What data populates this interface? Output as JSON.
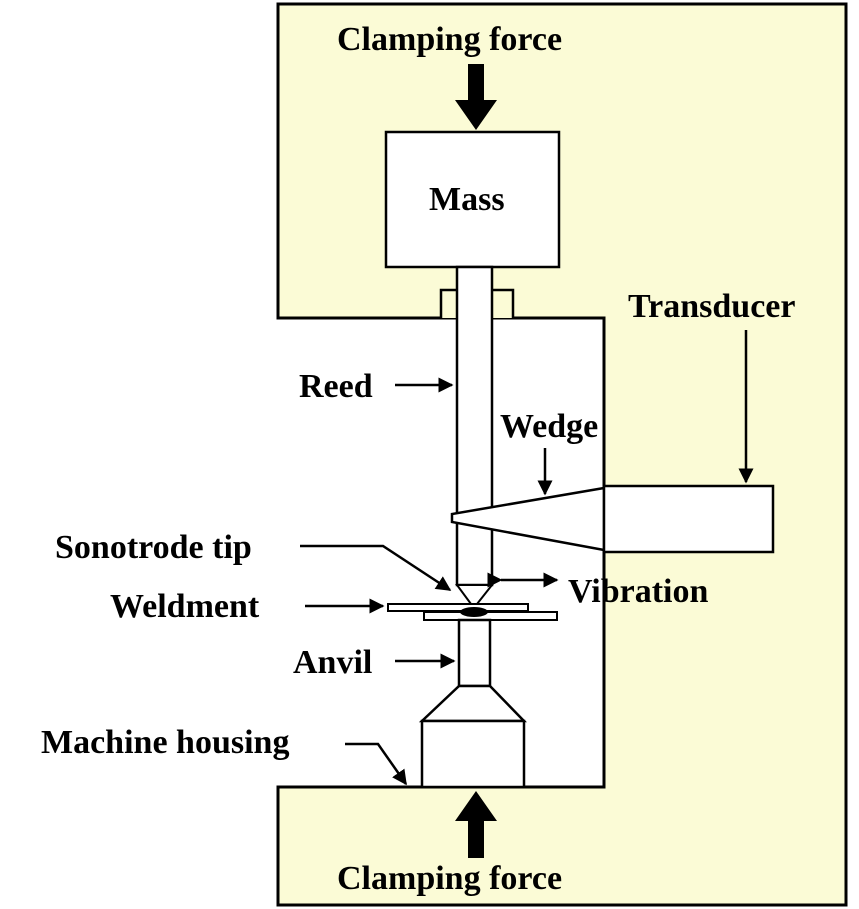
{
  "colors": {
    "housing_fill": "#fbfbd6",
    "part_fill": "#ffffff",
    "stroke": "#000000"
  },
  "labels": {
    "clamping_force_top": "Clamping force",
    "clamping_force_bottom": "Clamping force",
    "mass": "Mass",
    "transducer": "Transducer",
    "reed": "Reed",
    "wedge": "Wedge",
    "sonotrode_tip": "Sonotrode tip",
    "vibration": "Vibration",
    "weldment": "Weldment",
    "anvil": "Anvil",
    "machine_housing": "Machine housing"
  },
  "icons": {
    "force_arrow": "bold-down-arrow",
    "vibration_arrow": "double-headed-arrow"
  }
}
